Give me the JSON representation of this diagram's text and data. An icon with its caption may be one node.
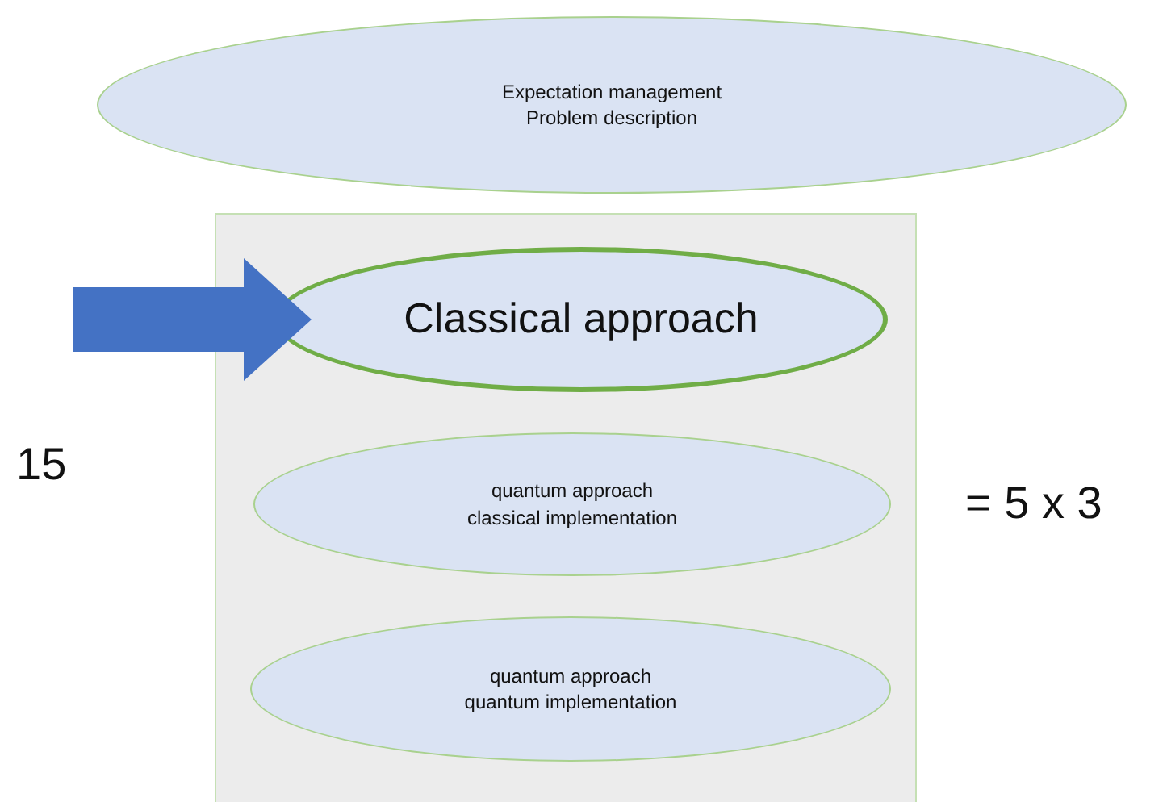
{
  "diagram": {
    "nodes": [
      {
        "text": [
          "Expectation management",
          "Problem description"
        ]
      },
      {
        "text": [],
        "shape": "box"
      },
      {
        "text": [
          "Classical approach"
        ],
        "in": 1
      },
      {
        "text": [
          "quantum approach",
          "classical implementation"
        ],
        "in": 1
      },
      {
        "text": [
          "quantum approach",
          "quantum implementation"
        ],
        "in": 1
      }
    ],
    "edges": [
      {
        "from": null,
        "to": 2,
        "arrow": "to"
      }
    ],
    "labels": [
      "15",
      "= 5 x 3"
    ]
  }
}
